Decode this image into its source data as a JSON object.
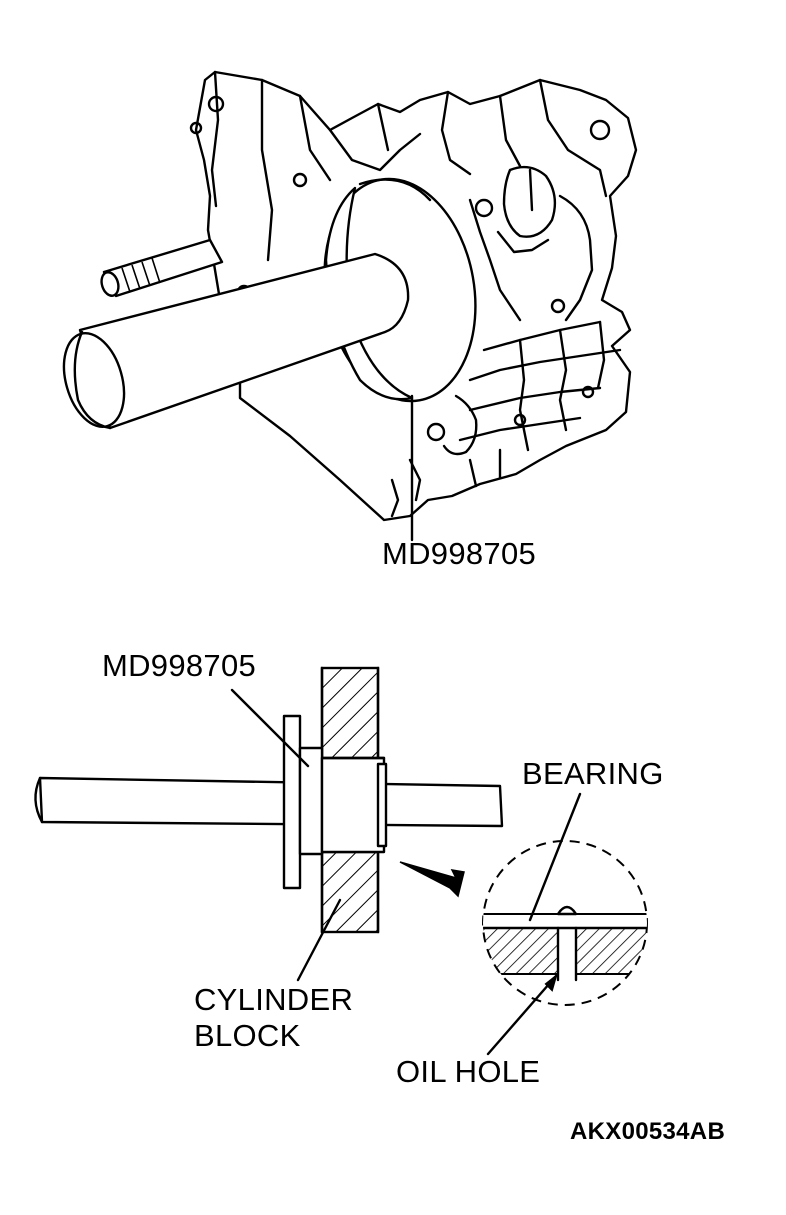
{
  "figure": {
    "top_tool_label": "MD998705",
    "section_tool_label": "MD998705",
    "bearing_label": "BEARING",
    "cylinder_block_label_line1": "CYLINDER",
    "cylinder_block_label_line2": "BLOCK",
    "oil_hole_label": "OIL HOLE",
    "reference_code": "AKX00534AB"
  }
}
